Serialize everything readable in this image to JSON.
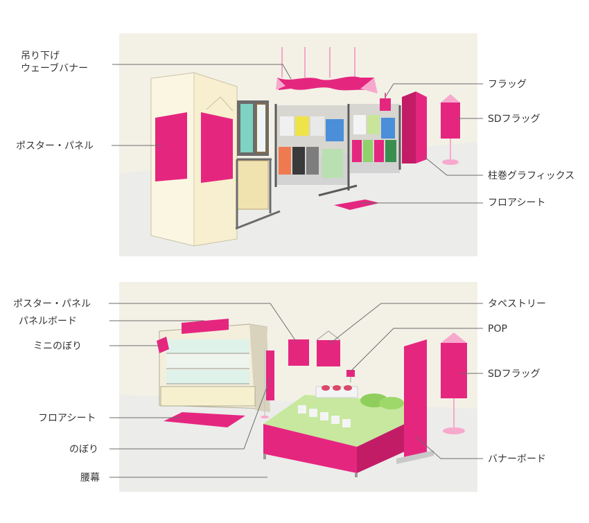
{
  "colors": {
    "accent": "#e5267f",
    "accent_light": "#f7a9cd",
    "panel_bg": "#f3f1e6",
    "floor": "#e9e9e7",
    "cream": "#fbf6e2",
    "line": "#6b6b6b",
    "text": "#333333"
  },
  "scene_top": {
    "labels_left": {
      "wave_banner_line1": "吊り下げ",
      "wave_banner_line2": "ウェーブバナー",
      "poster_panel": "ポスター・パネル"
    },
    "labels_right": {
      "flag": "フラッグ",
      "sd_flag": "SDフラッグ",
      "pillar_graphics": "柱巻グラフィックス",
      "floor_sheet": "フロアシート"
    }
  },
  "scene_bottom": {
    "labels_left": {
      "poster_panel": "ポスター・パネル",
      "panel_board": "パネルボード",
      "mini_nobori": "ミニのぼり",
      "floor_sheet": "フロアシート",
      "nobori": "のぼり",
      "koshimaku": "腰幕"
    },
    "labels_right": {
      "tapestry": "タペストリー",
      "pop": "POP",
      "sd_flag": "SDフラッグ",
      "banner_board": "バナーボード"
    }
  }
}
